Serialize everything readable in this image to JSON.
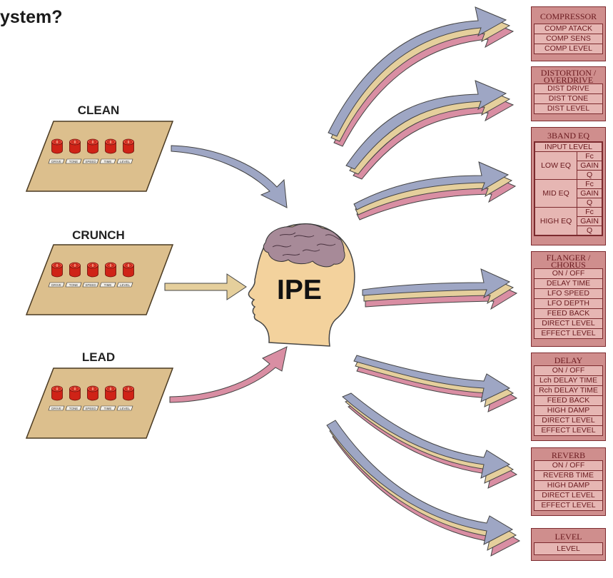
{
  "title": "ystem?",
  "center_label": "IPE",
  "presets": [
    {
      "label": "CLEAN"
    },
    {
      "label": "CRUNCH"
    },
    {
      "label": "LEAD"
    }
  ],
  "knob_labels": [
    "DRIVE",
    "TONE",
    "SPEED",
    "TIME",
    "LEVEL"
  ],
  "effects": {
    "compressor": {
      "title": "COMPRESSOR",
      "rows": [
        "COMP ATACK",
        "COMP SENS",
        "COMP LEVEL"
      ]
    },
    "distortion": {
      "title1": "DISTORTION /",
      "title2": "OVERDRIVE",
      "rows": [
        "DIST DRIVE",
        "DIST TONE",
        "DIST LEVEL"
      ]
    },
    "eq": {
      "title": "3BAND EQ",
      "input": "INPUT LEVEL",
      "low": "LOW EQ",
      "mid": "MID EQ",
      "high": "HIGH EQ",
      "fc": "Fc",
      "gain": "GAIN",
      "q": "Q"
    },
    "flanger": {
      "title1": "FLANGER /",
      "title2": "CHORUS",
      "rows": [
        "ON / OFF",
        "DELAY TIME",
        "LFO SPEED",
        "LFO DEPTH",
        "FEED BACK",
        "DIRECT LEVEL",
        "EFFECT LEVEL"
      ]
    },
    "delay": {
      "title": "DELAY",
      "rows": [
        "ON / OFF",
        "Lch DELAY TIME",
        "Rch DELAY TIME",
        "FEED BACK",
        "HIGH DAMP",
        "DIRECT LEVEL",
        "EFFECT LEVEL"
      ]
    },
    "reverb": {
      "title": "REVERB",
      "rows": [
        "ON / OFF",
        "REVERB TIME",
        "HIGH DAMP",
        "DIRECT LEVEL",
        "EFFECT LEVEL"
      ]
    },
    "level": {
      "title": "LEVEL",
      "rows": [
        "LEVEL"
      ]
    }
  },
  "colors": {
    "arrow_blue": "#9ea6c4",
    "arrow_tan": "#e5cf9c",
    "arrow_pink": "#d98ea3",
    "pedal": "#dcbf8d",
    "knob": "#d62418",
    "head": "#f3d29d",
    "brain": "#a78a98",
    "panel": "#cf8e8d"
  }
}
